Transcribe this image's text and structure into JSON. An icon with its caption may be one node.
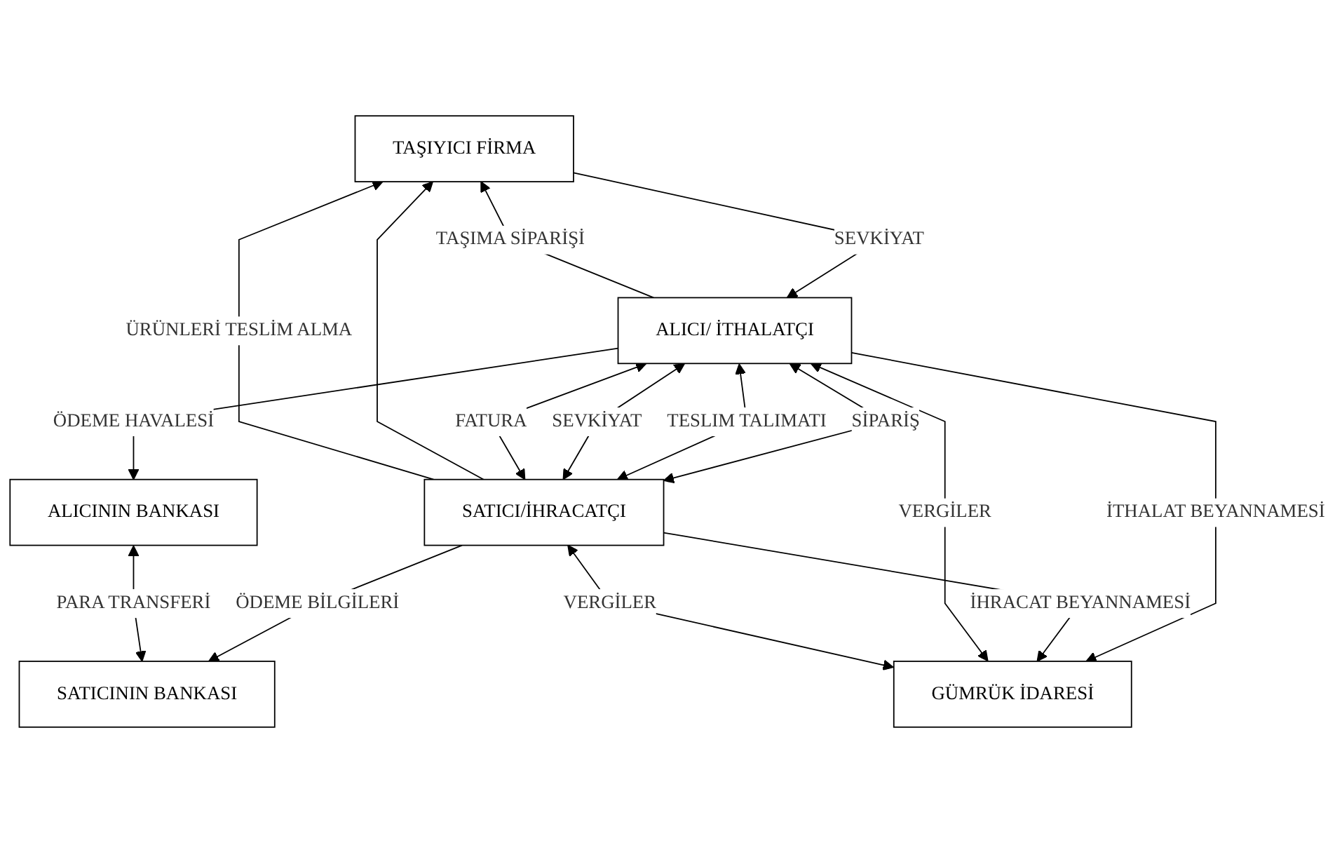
{
  "diagram": {
    "nodes": [
      {
        "text": [
          "TAŞIYICI FİRMA"
        ]
      },
      {
        "text": [
          "ALICI/ İTHALATÇI"
        ]
      },
      {
        "text": [
          "SATICI/İHRACATÇI"
        ]
      },
      {
        "text": [
          "ALICININ BANKASI"
        ]
      },
      {
        "text": [
          "SATICININ BANKASI"
        ]
      },
      {
        "text": [
          "GÜMRÜK İDARESİ"
        ]
      }
    ],
    "edges": [
      {
        "from": 0,
        "to": 1,
        "arrow": "to",
        "label": "SEVKİYAT"
      },
      {
        "from": 1,
        "to": 0,
        "arrow": "to",
        "label": "TAŞIMA SİPARİŞİ"
      },
      {
        "from": 2,
        "to": 0,
        "arrow": "to"
      },
      {
        "from": 2,
        "to": 0,
        "arrow": "to",
        "label": "ÜRÜNLERİ TESLİM ALMA"
      },
      {
        "from": 1,
        "to": 2,
        "arrow": "both",
        "label": "SİPARİŞ"
      },
      {
        "from": 1,
        "to": 2,
        "arrow": "both",
        "label": "TESLIM TALIMATI"
      },
      {
        "from": 1,
        "to": 2,
        "arrow": "both",
        "label": "SEVKİYAT"
      },
      {
        "from": 1,
        "to": 2,
        "arrow": "both",
        "label": "FATURA"
      },
      {
        "from": 1,
        "to": 3,
        "arrow": "to",
        "label": "ÖDEME HAVALESİ"
      },
      {
        "from": 2,
        "to": 4,
        "arrow": "to",
        "label": "ÖDEME BİLGİLERİ"
      },
      {
        "from": 3,
        "to": 4,
        "arrow": "both",
        "label": "PARA TRANSFERİ"
      },
      {
        "from": 1,
        "to": 5,
        "arrow": "to",
        "label": "İTHALAT BEYANNAMESİ"
      },
      {
        "from": 5,
        "to": 1,
        "arrow": "both",
        "label": "VERGİLER"
      },
      {
        "from": 2,
        "to": 5,
        "arrow": "to",
        "label": "İHRACAT BEYANNAMESİ"
      },
      {
        "from": 5,
        "to": 2,
        "arrow": "both",
        "label": "VERGİLER"
      }
    ]
  }
}
